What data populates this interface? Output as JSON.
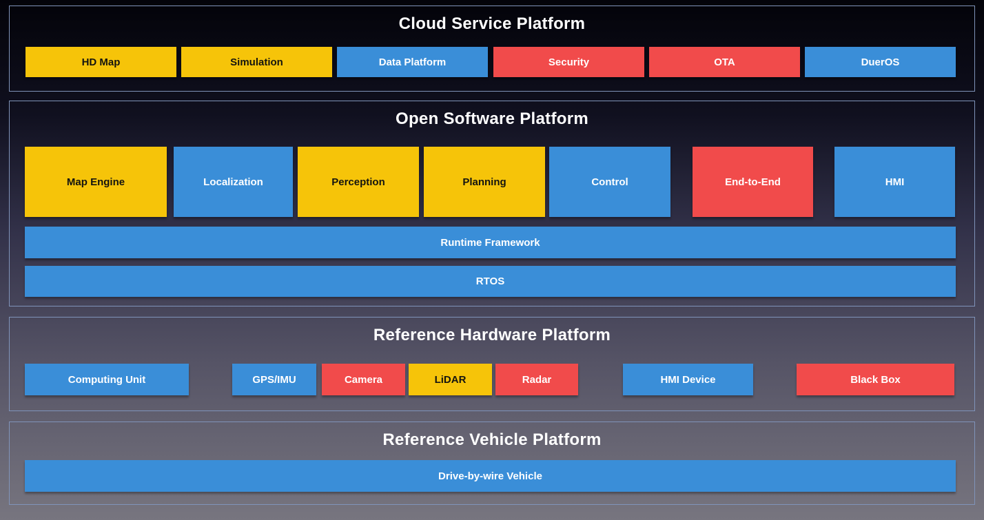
{
  "palette": {
    "yellow": "#f6c409",
    "blue": "#3a8ed8",
    "red": "#f14b4b",
    "box_text_dark": "#141410",
    "box_text_light": "#ffffff",
    "title_text": "#ffffff",
    "section_border": "#8094ba",
    "bg_top": "#030309",
    "bg_upper": "#10101f",
    "bg_mid": "#33324a",
    "bg_lower": "#565466",
    "bg_bottom": "#77757f"
  },
  "cloud": {
    "title": "Cloud Service Platform",
    "boxes": [
      {
        "label": "HD Map",
        "color": "yellow"
      },
      {
        "label": "Simulation",
        "color": "yellow"
      },
      {
        "label": "Data Platform",
        "color": "blue"
      },
      {
        "label": "Security",
        "color": "red"
      },
      {
        "label": "OTA",
        "color": "red"
      },
      {
        "label": "DuerOS",
        "color": "blue"
      }
    ]
  },
  "software": {
    "title": "Open Software Platform",
    "modules": [
      {
        "label": "Map Engine",
        "color": "yellow"
      },
      {
        "label": "Localization",
        "color": "blue"
      },
      {
        "label": "Perception",
        "color": "yellow"
      },
      {
        "label": "Planning",
        "color": "yellow"
      },
      {
        "label": "Control",
        "color": "blue"
      },
      {
        "label": "End-to-End",
        "color": "red"
      },
      {
        "label": "HMI",
        "color": "blue"
      }
    ],
    "layers": [
      {
        "label": "Runtime Framework",
        "color": "blue"
      },
      {
        "label": "RTOS",
        "color": "blue"
      }
    ]
  },
  "hardware": {
    "title": "Reference Hardware Platform",
    "boxes": [
      {
        "label": "Computing Unit",
        "color": "blue"
      },
      {
        "label": "GPS/IMU",
        "color": "blue"
      },
      {
        "label": "Camera",
        "color": "red"
      },
      {
        "label": "LiDAR",
        "color": "yellow"
      },
      {
        "label": "Radar",
        "color": "red"
      },
      {
        "label": "HMI Device",
        "color": "blue"
      },
      {
        "label": "Black Box",
        "color": "red"
      }
    ]
  },
  "vehicle": {
    "title": "Reference Vehicle Platform",
    "layers": [
      {
        "label": "Drive-by-wire Vehicle",
        "color": "blue"
      }
    ]
  }
}
